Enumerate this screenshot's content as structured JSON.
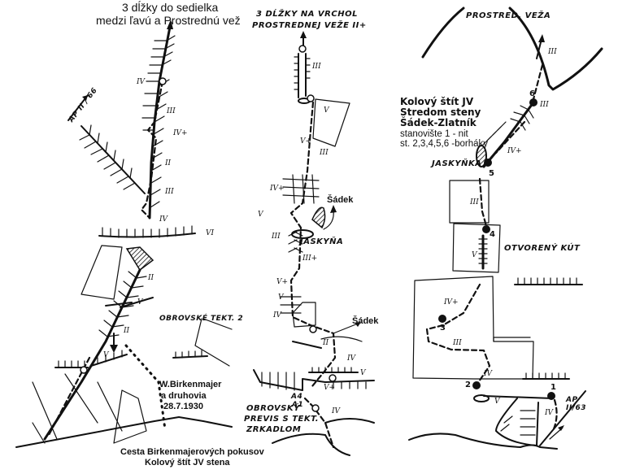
{
  "panels": {
    "left": {
      "title_line1": "3 dĺžky do sedielka",
      "title_line2": "medzi ľavú a Prostrednú vež",
      "approach": "AP II / 66",
      "grades": [
        "IV",
        "III",
        "IV+",
        "II",
        "III",
        "IV",
        "VI",
        "II",
        "V",
        "II",
        "V"
      ],
      "feature": "OBROVSKÉ TEKT. 2",
      "attempt_note": [
        "W.Birkenmajer",
        "a druhovia",
        "28.7.1930"
      ],
      "caption_line1": "Cesta Birkenmajerových pokusov",
      "caption_line2": "Kolový štít JV stena"
    },
    "middle": {
      "title_line1": "3 DĹŽKY NA VRCHOL",
      "title_line2": "PROSTREDNEJ VEŽE II+",
      "grades": [
        "III",
        "V",
        "V+",
        "III",
        "IV+",
        "V",
        "III",
        "III+",
        "V+",
        "V",
        "IV",
        "II",
        "IV",
        "V",
        "V+",
        "IV"
      ],
      "cave": "JASKYŇA",
      "exit_label_1": "Šádek",
      "exit_label_2": "Šádek",
      "anchors": [
        "A1",
        "A4"
      ],
      "feature_line1": "OBROVSKÝ",
      "feature_line2": "PREVIS S TEKT.",
      "feature_line3": "ZRKADLOM"
    },
    "right": {
      "summit": "PROSTRED. VEŽA",
      "info_title1": "Kolový štít JV",
      "info_title2": "Stredom steny",
      "info_title3": "Šádek-Zlatník",
      "info_line1": "stanovište 1 - nit",
      "info_line2": "st. 2,3,4,5,6 -borháky",
      "cave": "JASKYŇKA",
      "corner": "OTVORENÝ KÚT",
      "approach": "AP II/63",
      "belays": [
        "1",
        "2",
        "3",
        "4",
        "5",
        "6"
      ],
      "grades": [
        "III",
        "III",
        "IV+",
        "III",
        "V",
        "IV+",
        "III",
        "IV",
        "V",
        "IV"
      ]
    }
  }
}
